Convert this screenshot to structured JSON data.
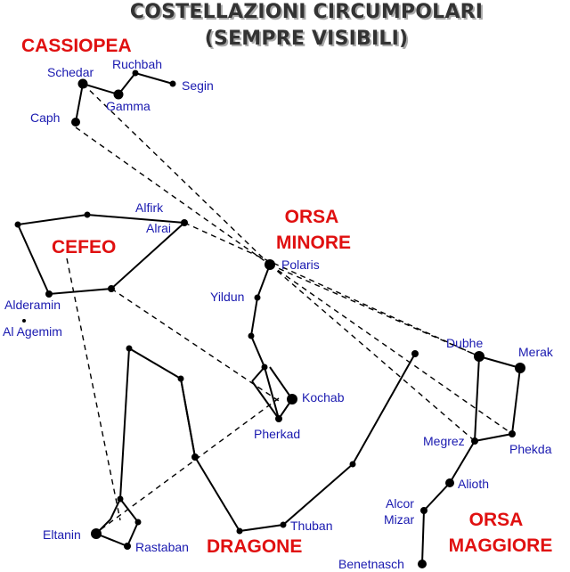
{
  "title": {
    "line1": "COSTELLAZIONI CIRCUMPOLARI",
    "line2": "(SEMPRE VISIBILI)"
  },
  "constellations": {
    "cassiopea": "CASSIOPEA",
    "cefeo": "CEFEO",
    "orsa_minore_1": "ORSA",
    "orsa_minore_2": "MINORE",
    "dragone": "DRAGONE",
    "orsa_maggiore_1": "ORSA",
    "orsa_maggiore_2": "MAGGIORE"
  },
  "stars": {
    "schedar": "Schedar",
    "ruchbah": "Ruchbah",
    "segin": "Segin",
    "gamma": "Gamma",
    "caph": "Caph",
    "alfirk": "Alfirk",
    "alrai": "Alrai",
    "alderamin": "Alderamin",
    "al_agemim": "Al Agemim",
    "polaris": "Polaris",
    "yildun": "Yildun",
    "kochab": "Kochab",
    "pherkad": "Pherkad",
    "dubhe": "Dubhe",
    "merak": "Merak",
    "megrez": "Megrez",
    "phekda": "Phekda",
    "alioth": "Alioth",
    "alcor": "Alcor",
    "mizar": "Mizar",
    "benetnasch": "Benetnasch",
    "thuban": "Thuban",
    "eltanin": "Eltanin",
    "rastaban": "Rastaban"
  }
}
